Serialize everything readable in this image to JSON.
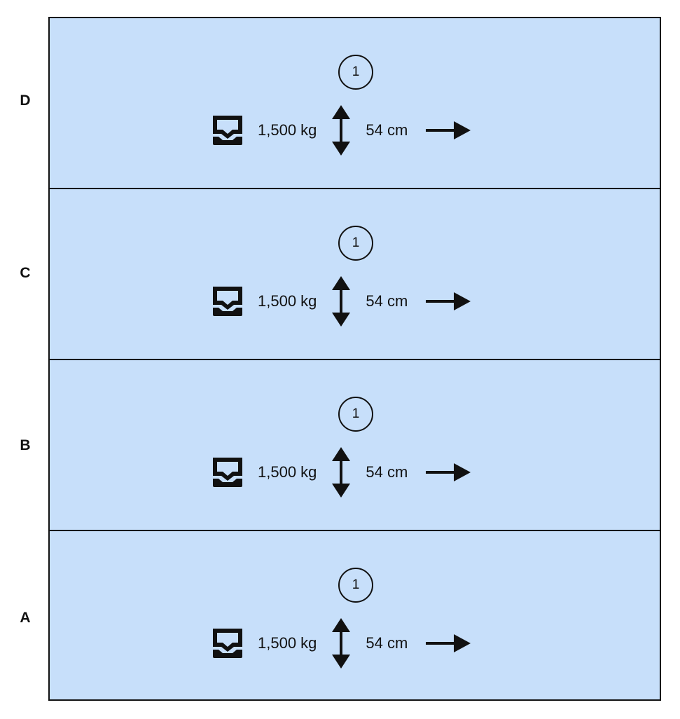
{
  "levels": [
    {
      "label": "D",
      "slot": "1",
      "weight": "1,500 kg",
      "height": "54 cm"
    },
    {
      "label": "C",
      "slot": "1",
      "weight": "1,500 kg",
      "height": "54 cm"
    },
    {
      "label": "B",
      "slot": "1",
      "weight": "1,500 kg",
      "height": "54 cm"
    },
    {
      "label": "A",
      "slot": "1",
      "weight": "1,500 kg",
      "height": "54 cm"
    }
  ],
  "colors": {
    "level_fill": "#c7dffa",
    "line": "#111111"
  },
  "icons": {
    "load": "pallet-icon",
    "clearance": "vertical-double-arrow-icon",
    "direction": "right-arrow-icon"
  }
}
